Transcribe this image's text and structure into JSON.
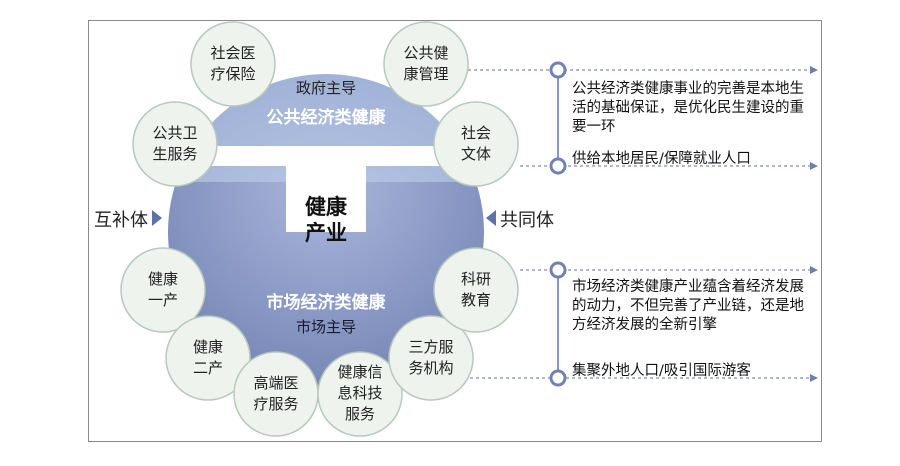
{
  "diagram": {
    "center": {
      "label": "健康\n产业"
    },
    "public": {
      "lead": "政府主导",
      "title": "公共经济类健康",
      "nodes": [
        "社会医\n疗保险",
        "公共健\n康管理",
        "公共卫\n生服务",
        "社会\n文体"
      ]
    },
    "market": {
      "lead": "市场主导",
      "title": "市场经济类健康",
      "nodes": [
        "健康\n一产",
        "健康\n二产",
        "高端医\n疗服务",
        "健康信\n息科技\n服务",
        "三方服\n务机构",
        "科研\n教育"
      ]
    },
    "left_label": "互补体",
    "right_label": "共同体",
    "notes": [
      {
        "text": "公共经济类健康事业的完善是本地生活的基础保证，是优化民生建设的重要一环"
      },
      {
        "text": "供给本地居民/保障就业人口"
      },
      {
        "text": "市场经济类健康产业蕴含着经济发展的动力，不但完善了产业链，还是地方经济发展的全新引擎"
      },
      {
        "text": "集聚外地人口/吸引国际游客"
      }
    ],
    "colors": {
      "top_disk": "#a4b4d6",
      "bottom_disk": "#7f8fbf",
      "node_fill": "#eef3ee",
      "node_stroke": "#b4c7ba",
      "timeline": "#7c8db8",
      "arrow": "#5b71a8"
    }
  }
}
